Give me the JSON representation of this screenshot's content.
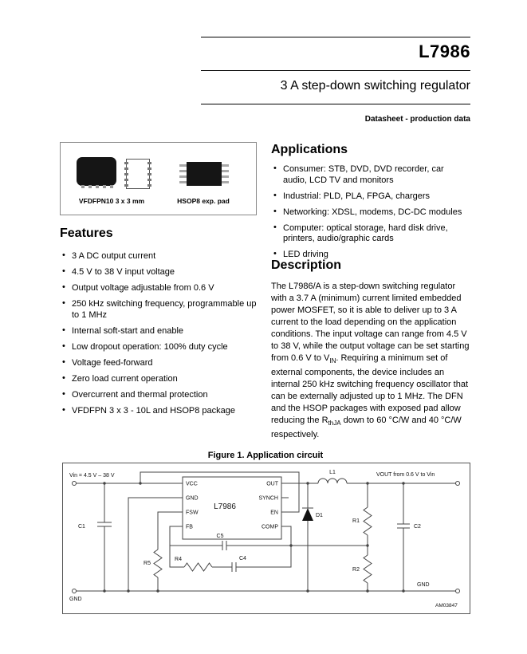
{
  "header": {
    "part_number": "L7986",
    "subtitle": "3 A step-down switching regulator",
    "doc_type": "Datasheet - production data"
  },
  "packages": {
    "caption_left": "VFDFPN10 3 x 3 mm",
    "caption_right": "HSOP8 exp. pad"
  },
  "features": {
    "title": "Features",
    "items": [
      "3 A DC output current",
      "4.5 V to 38 V input voltage",
      "Output voltage adjustable from 0.6 V",
      "250 kHz switching frequency, programmable up to 1 MHz",
      "Internal soft-start and enable",
      "Low dropout operation: 100% duty cycle",
      "Voltage feed-forward",
      "Zero load current operation",
      "Overcurrent and thermal protection",
      "VFDFPN 3 x 3 - 10L and HSOP8 package"
    ]
  },
  "applications": {
    "title": "Applications",
    "items": [
      "Consumer: STB, DVD, DVD recorder, car audio, LCD TV and monitors",
      "Industrial: PLD, PLA, FPGA, chargers",
      "Networking: XDSL, modems, DC-DC modules",
      "Computer: optical storage, hard disk drive, printers, audio/graphic cards",
      "LED driving"
    ]
  },
  "description": {
    "title": "Description",
    "p1": "The L7986/A is a step-down switching regulator with a 3.7 A (minimum) current limited embedded power MOSFET, so it is able to deliver up to 3 A current to the load depending on the application conditions. The input voltage can range from 4.5 V to 38 V, while the output voltage can be set starting from 0.6 V to V",
    "p1_sub": "IN",
    "p2": ". Requiring a minimum set of external components, the device includes an internal 250 kHz switching frequency oscillator that can be externally adjusted up to 1 MHz. The DFN and the HSOP packages with exposed pad allow reducing the R",
    "p2_sub": "thJA",
    "p3": " down to 60 °C/W and 40 °C/W respectively."
  },
  "figure": {
    "caption": "Figure 1. Application circuit",
    "vin_label": "Vin = 4.5 V – 38 V",
    "vout_label": "VOUT from 0.6 V to Vin",
    "ic_label": "L7986",
    "pins": {
      "vcc": "VCC",
      "gnd": "GND",
      "fsw": "FSW",
      "fb": "FB",
      "out": "OUT",
      "synch": "SYNCH",
      "en": "EN",
      "comp": "COMP"
    },
    "components": {
      "c1": "C1",
      "c2": "C2",
      "c4": "C4",
      "c5": "C5",
      "r1": "R1",
      "r2": "R2",
      "r4": "R4",
      "r5": "R5",
      "d1": "D1",
      "l1": "L1"
    },
    "gnd_left": "GND",
    "gnd_right": "GND",
    "drawing_code": "AM03847"
  }
}
